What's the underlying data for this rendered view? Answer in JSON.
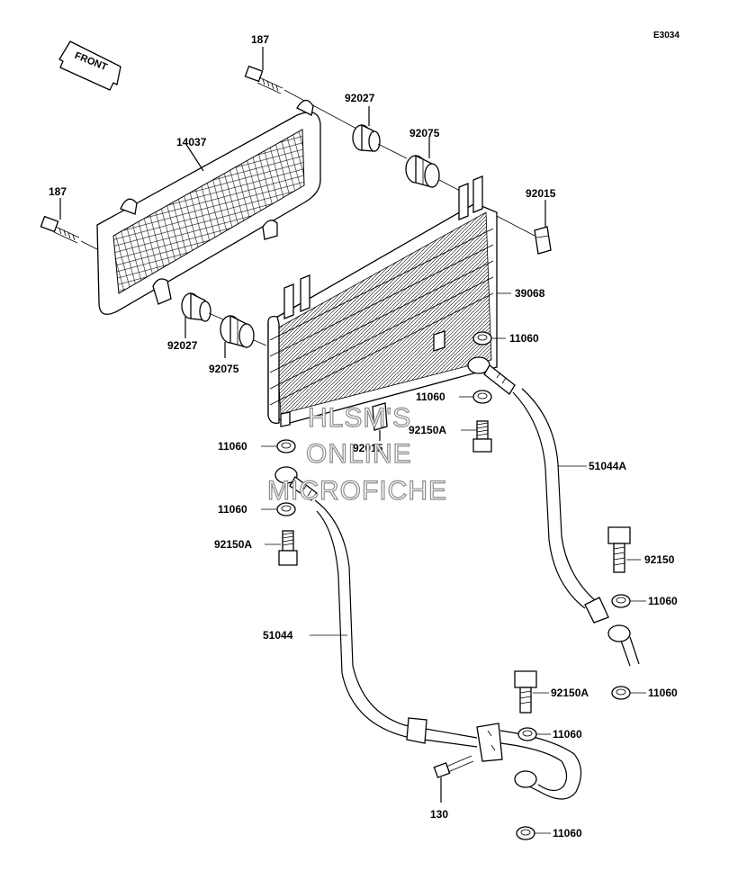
{
  "diagram": {
    "code": "E3034",
    "front_label": "FRONT",
    "watermark": [
      "HLSM'S",
      "ONLINE",
      "MICROFICHE"
    ],
    "labels": {
      "bolt_187_top": "187",
      "bolt_187_left": "187",
      "screen_14037": "14037",
      "grommet_92027_top": "92027",
      "damper_92075_top": "92075",
      "clip_92015": "92015",
      "cooler_39068": "39068",
      "washer_11060_a": "11060",
      "washer_11060_b": "11060",
      "bolt_92150A_mid": "92150A",
      "clip_92015_mid": "92015",
      "grommet_92027_bot": "92027",
      "damper_92075_bot": "92075",
      "washer_11060_c": "11060",
      "washer_11060_d": "11060",
      "bolt_92150A_left": "92150A",
      "hose_51044A": "51044A",
      "bolt_92150": "92150",
      "washer_11060_e": "11060",
      "hose_51044": "51044",
      "bolt_92150A_low": "92150A",
      "washer_11060_f": "11060",
      "washer_11060_g": "11060",
      "bolt_130": "130",
      "washer_11060_h": "11060"
    }
  }
}
